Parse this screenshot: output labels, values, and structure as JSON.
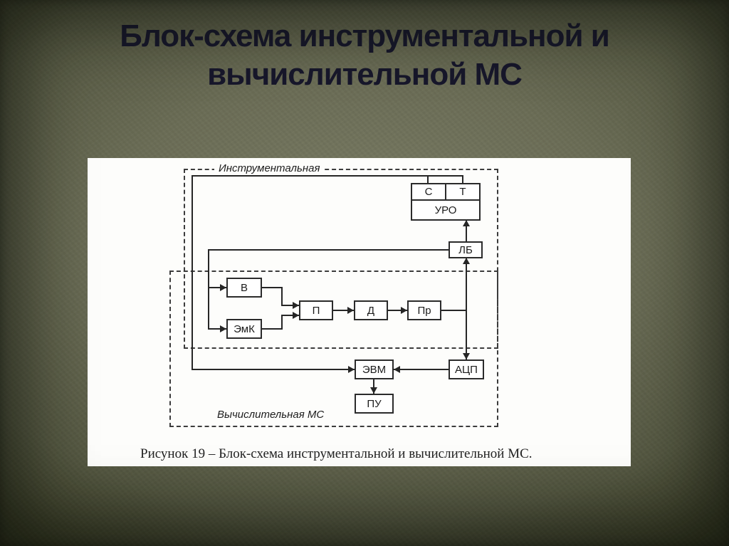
{
  "slide": {
    "title": {
      "line1": "Блок-схема инструментальной и",
      "line2": "вычислительной МС"
    }
  },
  "figure": {
    "regions": {
      "instrumental": "Инструментальная",
      "computational": "Вычислительная МС"
    },
    "blocks": {
      "c": "С",
      "t": "Т",
      "uro": "УРО",
      "lb": "ЛБ",
      "v": "В",
      "emk": "ЭмК",
      "p": "П",
      "d": "Д",
      "pr": "Пр",
      "evm": "ЭВМ",
      "acp": "АЦП",
      "pu": "ПУ"
    },
    "edges": [
      {
        "from": "С/Т (УРО)",
        "to": "ЭВМ"
      },
      {
        "from": "ЛБ",
        "to": "УРО"
      },
      {
        "from": "ЛБ",
        "to": "В"
      },
      {
        "from": "ЛБ",
        "to": "ЭмК"
      },
      {
        "from": "В",
        "to": "П"
      },
      {
        "from": "ЭмК",
        "to": "П"
      },
      {
        "from": "П",
        "to": "Д"
      },
      {
        "from": "Д",
        "to": "Пр"
      },
      {
        "from": "Пр",
        "to": "ЛБ"
      },
      {
        "from": "Пр",
        "to": "АЦП"
      },
      {
        "from": "АЦП",
        "to": "ЭВМ"
      },
      {
        "from": "ЭВМ",
        "to": "ПУ"
      }
    ],
    "caption": "Рисунок 19 – Блок-схема инструментальной и вычислительной МС."
  }
}
